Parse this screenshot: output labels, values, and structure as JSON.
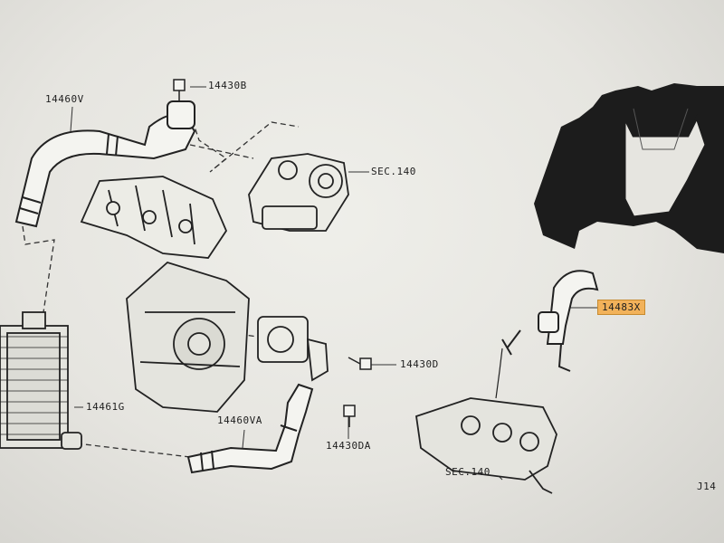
{
  "callouts": [
    {
      "id": "c1",
      "text": "14460V"
    },
    {
      "id": "c2",
      "text": "14430B"
    },
    {
      "id": "c3",
      "text": "SEC.140"
    },
    {
      "id": "c4",
      "text": "14483X",
      "highlighted": true
    },
    {
      "id": "c5",
      "text": "14430D"
    },
    {
      "id": "c6",
      "text": "14461G"
    },
    {
      "id": "c7",
      "text": "14460VA"
    },
    {
      "id": "c8",
      "text": "14430DA"
    },
    {
      "id": "c9",
      "text": "SEC.140"
    },
    {
      "id": "c10",
      "text": "J14"
    }
  ],
  "colors": {
    "highlight": "#f2b25a",
    "ink": "#1e1e1e",
    "paper": "#e8e7e2"
  }
}
